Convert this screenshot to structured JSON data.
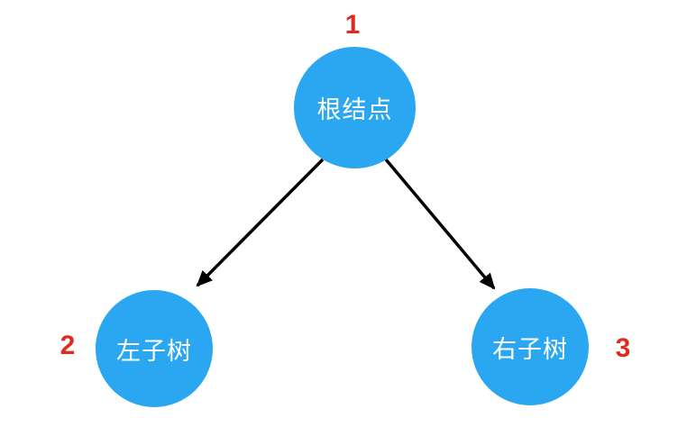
{
  "diagram": {
    "type": "binary-tree",
    "nodes": [
      {
        "id": "root",
        "label": "根结点",
        "order": "1"
      },
      {
        "id": "left",
        "label": "左子树",
        "order": "2"
      },
      {
        "id": "right",
        "label": "右子树",
        "order": "3"
      }
    ],
    "edges": [
      {
        "from": "root",
        "to": "left"
      },
      {
        "from": "root",
        "to": "right"
      }
    ],
    "colors": {
      "background": "#ffffff",
      "node_fill": "#2aa7f0",
      "node_text": "#ffffff",
      "order_label": "#e12b20",
      "arrow": "#000000"
    }
  }
}
